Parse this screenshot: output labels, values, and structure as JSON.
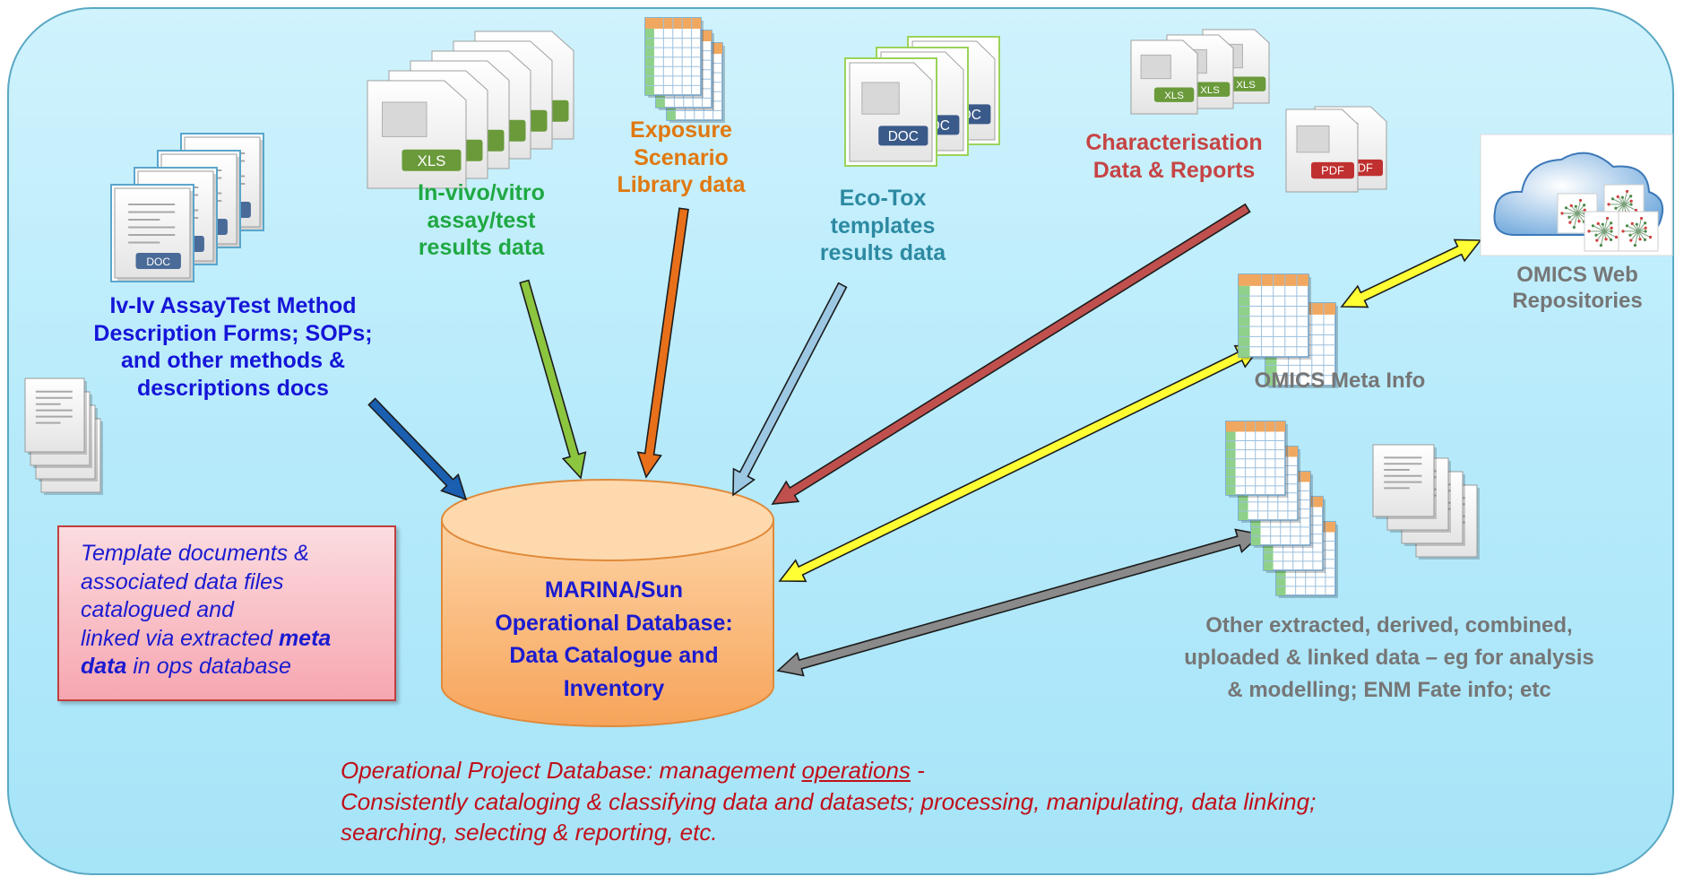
{
  "labels": {
    "methods": [
      "Iv-Iv AssayTest Method",
      "Description Forms; SOPs;",
      "and other methods &",
      "descriptions docs"
    ],
    "invivo": [
      "In-vivo/vitro",
      "assay/test",
      "results data"
    ],
    "exposure": [
      "Exposure",
      "Scenario",
      "Library data"
    ],
    "ecotox": [
      "Eco-Tox",
      "templates",
      "results data"
    ],
    "characterisation": [
      "Characterisation",
      "Data & Reports"
    ],
    "omics_web": [
      "OMICS Web",
      "Repositories"
    ],
    "omics_meta": "OMICS Meta Info",
    "other": [
      "Other extracted, derived, combined,",
      "uploaded & linked data – eg for analysis",
      "& modelling; ENM Fate info; etc"
    ]
  },
  "database": [
    "MARINA/Sun",
    "Operational Database:",
    "Data Catalogue and",
    "Inventory"
  ],
  "note": {
    "line1": "Template documents  &",
    "line2": "associated data files",
    "line3": "catalogued and",
    "line4_a": "linked via extracted ",
    "line4_b": "meta",
    "line5_a": "data",
    "line5_b": " in ops database"
  },
  "footer": {
    "line1_a": "Operational Project Database: management ",
    "line1_u": "operations",
    "line1_b": " -",
    "line2": "Consistently cataloging & classifying data and datasets; processing, manipulating, data linking;",
    "line3": "searching, selecting & reporting, etc."
  },
  "file_tags": {
    "doc": "DOC",
    "xls": "XLS",
    "pdf": "PDF"
  },
  "colors": {
    "panel": "#b8ebfb",
    "db_body": "#fbb874",
    "arrow_blue": "#1a5fb0",
    "arrow_green": "#8cc63f",
    "arrow_orange": "#e8701a",
    "arrow_lightblue": "#9cc8e4",
    "arrow_red": "#c0504d",
    "arrow_yellow": "#ffff33",
    "arrow_grey": "#8a8a8a"
  }
}
